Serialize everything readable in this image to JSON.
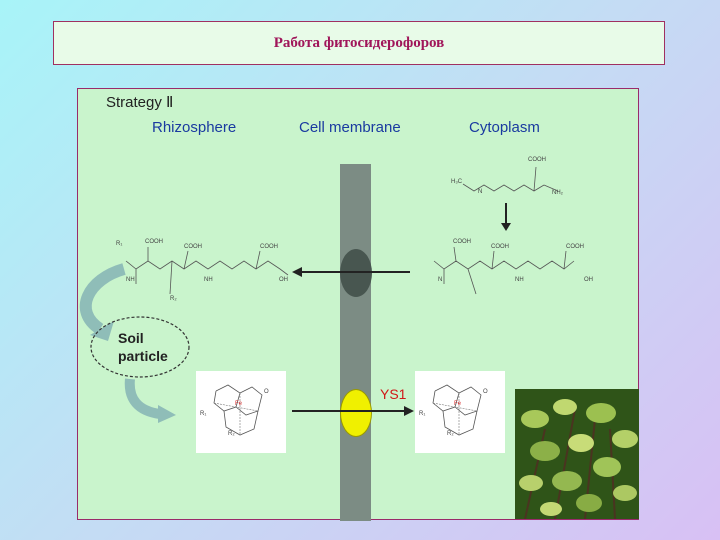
{
  "slide": {
    "title": "Работа фитосидерофоров"
  },
  "diagram": {
    "strategy_label": "Strategy Ⅱ",
    "regions": {
      "rhizosphere": "Rhizosphere",
      "membrane": "Cell membrane",
      "cytoplasm": "Cytoplasm"
    },
    "soil_label_line1": "Soil",
    "soil_label_line2": "particle",
    "transporter_label": "YS1",
    "chem_labels": {
      "cooh": "COOH",
      "h3c": "H₃C",
      "nh2": "NH₂",
      "oh": "OH",
      "nh": "NH",
      "n": "N",
      "r1": "R₁",
      "r2": "R₂",
      "fe": "Fe",
      "o": "O"
    },
    "colors": {
      "membrane": "#7c8c84",
      "transporter": "#f0f000",
      "pump": "#485650",
      "accent_label": "#d01818",
      "header_text": "#1a3aa0",
      "fe": "#d83030"
    }
  }
}
